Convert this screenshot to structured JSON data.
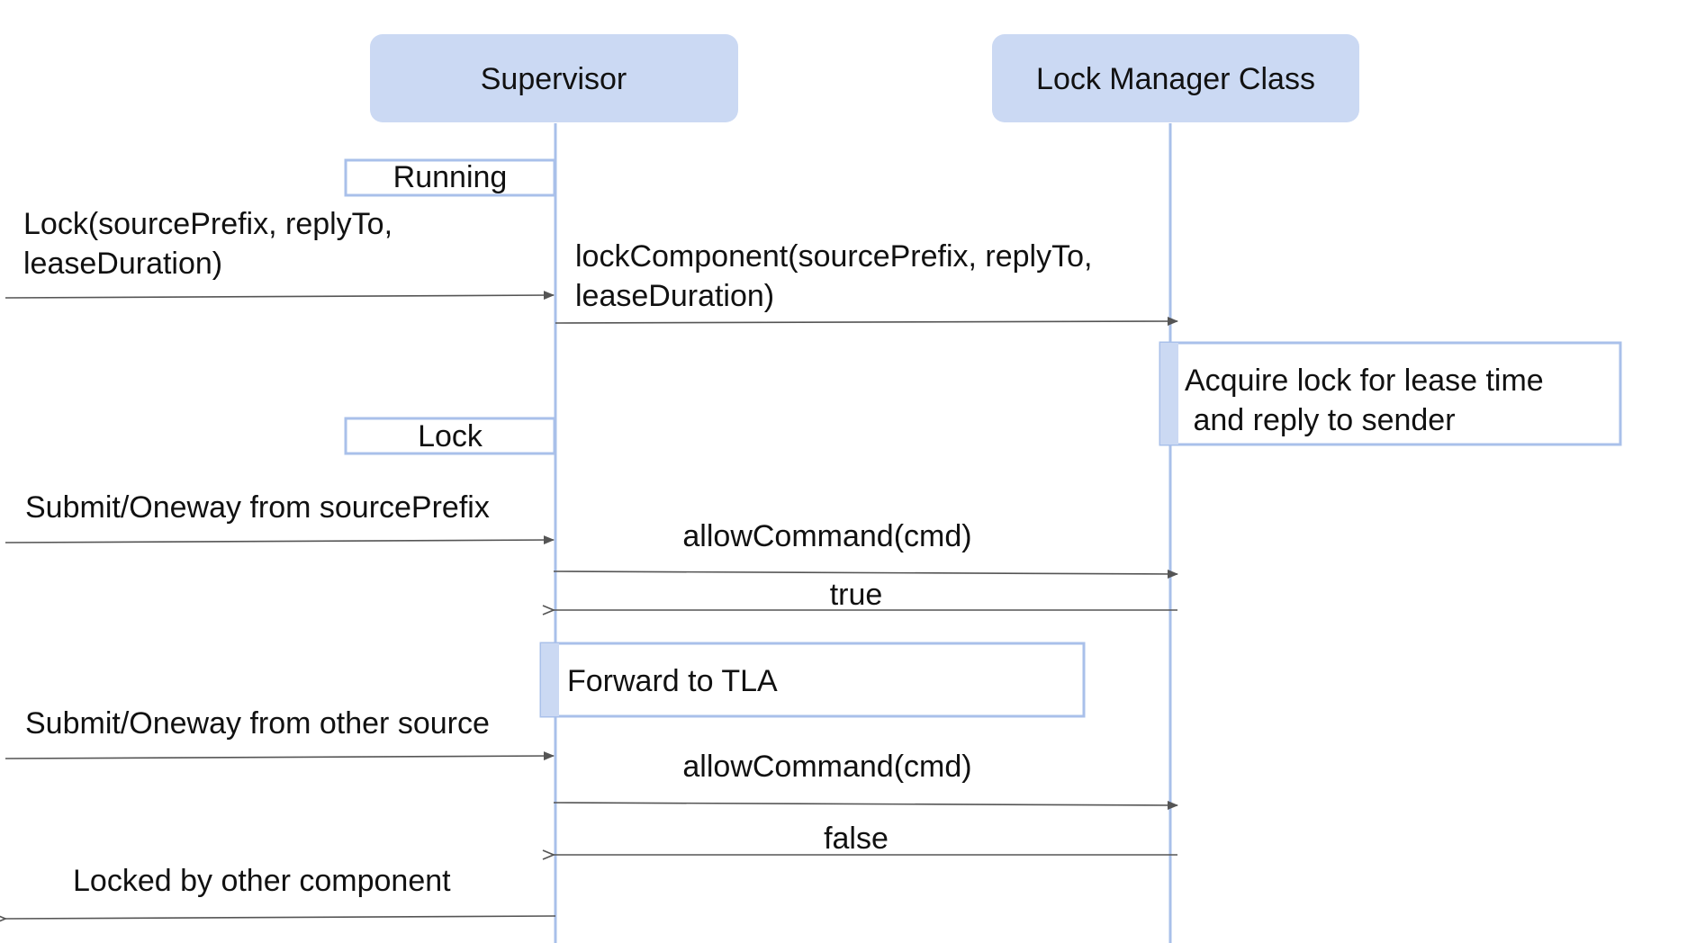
{
  "participants": [
    {
      "id": "supervisor",
      "label": "Supervisor"
    },
    {
      "id": "lock_manager",
      "label": "Lock Manager Class"
    }
  ],
  "states": {
    "running": "Running",
    "lock": "Lock"
  },
  "notes": {
    "acquire_line1": "Acquire lock for lease time",
    "acquire_line2": " and reply to sender",
    "forward": "Forward to TLA"
  },
  "messages": {
    "lock_req_line1": "Lock(sourcePrefix, replyTo,",
    "lock_req_line2": "leaseDuration)",
    "lock_component_line1": "lockComponent(sourcePrefix, replyTo,",
    "lock_component_line2": "leaseDuration)",
    "submit_from_source": "Submit/Oneway from sourcePrefix",
    "allow_command_1": "allowCommand(cmd)",
    "reply_true": "true",
    "submit_from_other": "Submit/Oneway from other source",
    "allow_command_2": "allowCommand(cmd)",
    "reply_false": "false",
    "locked_by_other": "Locked by other component"
  },
  "colors": {
    "participant_fill": "#cbd9f3",
    "lifeline": "#a9c0ea",
    "box_border": "#a9c0ea",
    "arrow": "#555555"
  }
}
